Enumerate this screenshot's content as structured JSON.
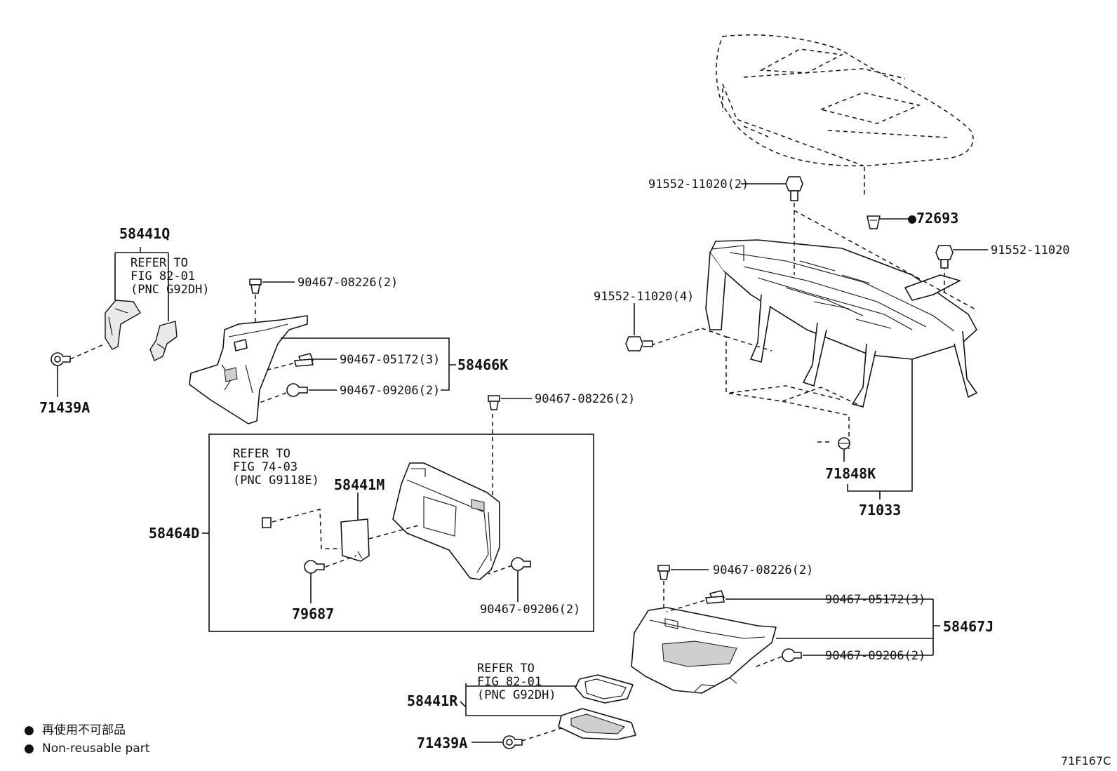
{
  "diagram": {
    "figure_id": "71F167C",
    "legend": [
      {
        "symbol": "●",
        "text": "再使用不可部品"
      },
      {
        "symbol": "●",
        "text": "Non-reusable part"
      }
    ],
    "references": {
      "ref_58441Q": [
        "REFER TO",
        "FIG 82-01",
        "(PNC G92DH)"
      ],
      "ref_58464D": [
        "REFER TO",
        "FIG 74-03",
        "(PNC G9118E)"
      ],
      "ref_58441R": [
        "REFER TO",
        "FIG 82-01",
        "(PNC G92DH)"
      ]
    },
    "callouts": {
      "c_58441Q": "58441Q",
      "c_71439A_left": "71439A",
      "c_90467_08226_a": "90467-08226(2)",
      "c_90467_05172_a": "90467-05172(3)",
      "c_90467_09206_a": "90467-09206(2)",
      "c_58466K": "58466K",
      "c_90467_08226_b": "90467-08226(2)",
      "c_58441M": "58441M",
      "c_58464D": "58464D",
      "c_79687": "79687",
      "c_90467_09206_b": "90467-09206(2)",
      "c_91552_11020_2": "91552-11020(2)",
      "c_72693": "●72693",
      "c_91552_11020": "91552-11020",
      "c_91552_11020_4": "91552-11020(4)",
      "c_71848K": "71848K",
      "c_71033": "71033",
      "c_90467_08226_c": "90467-08226(2)",
      "c_90467_05172_b": "90467-05172(3)",
      "c_58467J": "58467J",
      "c_90467_09206_c": "90467-09206(2)",
      "c_58441R": "58441R",
      "c_71439A_bottom": "71439A"
    }
  }
}
